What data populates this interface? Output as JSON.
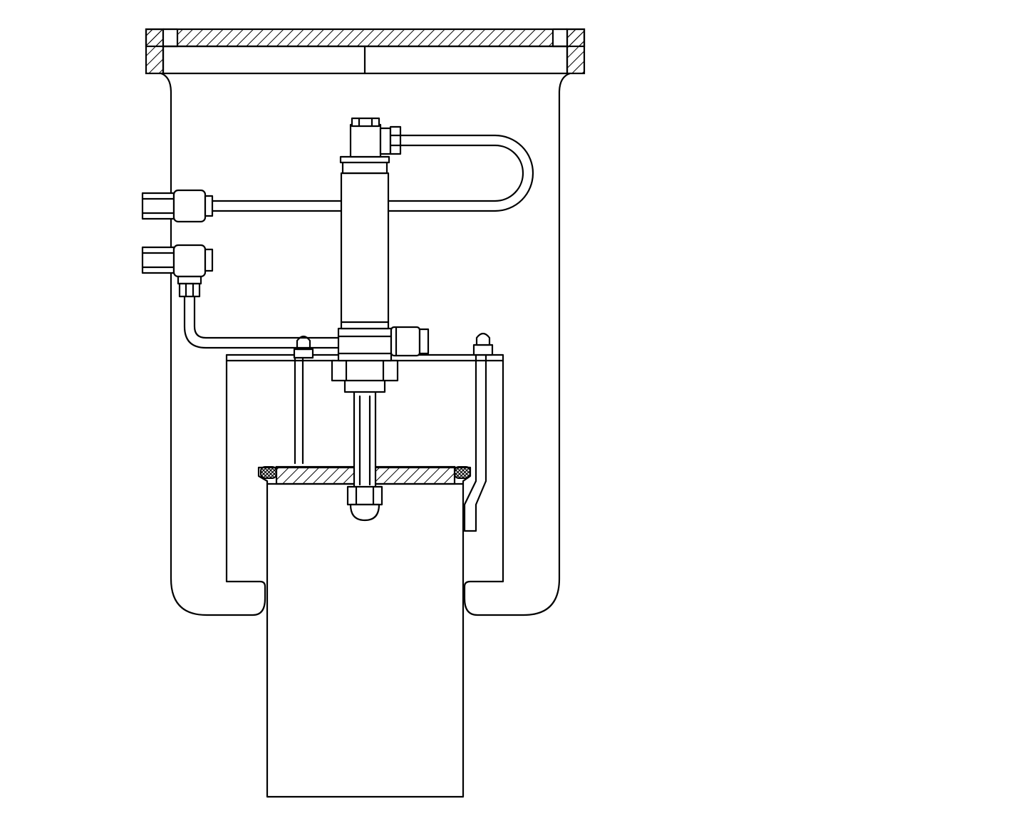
{
  "drawing": {
    "kind": "technical line drawing (section view)",
    "colors": {
      "line": "#000000",
      "background": "#ffffff"
    },
    "components": [
      "flanged-outer-housing",
      "inner-frame",
      "measuring-cylinder",
      "sealing-lid",
      "pressure-sensor",
      "fitting-upper-left",
      "fitting-lower-left",
      "tube-upper-loop",
      "tube-lower",
      "retaining-rods"
    ]
  }
}
